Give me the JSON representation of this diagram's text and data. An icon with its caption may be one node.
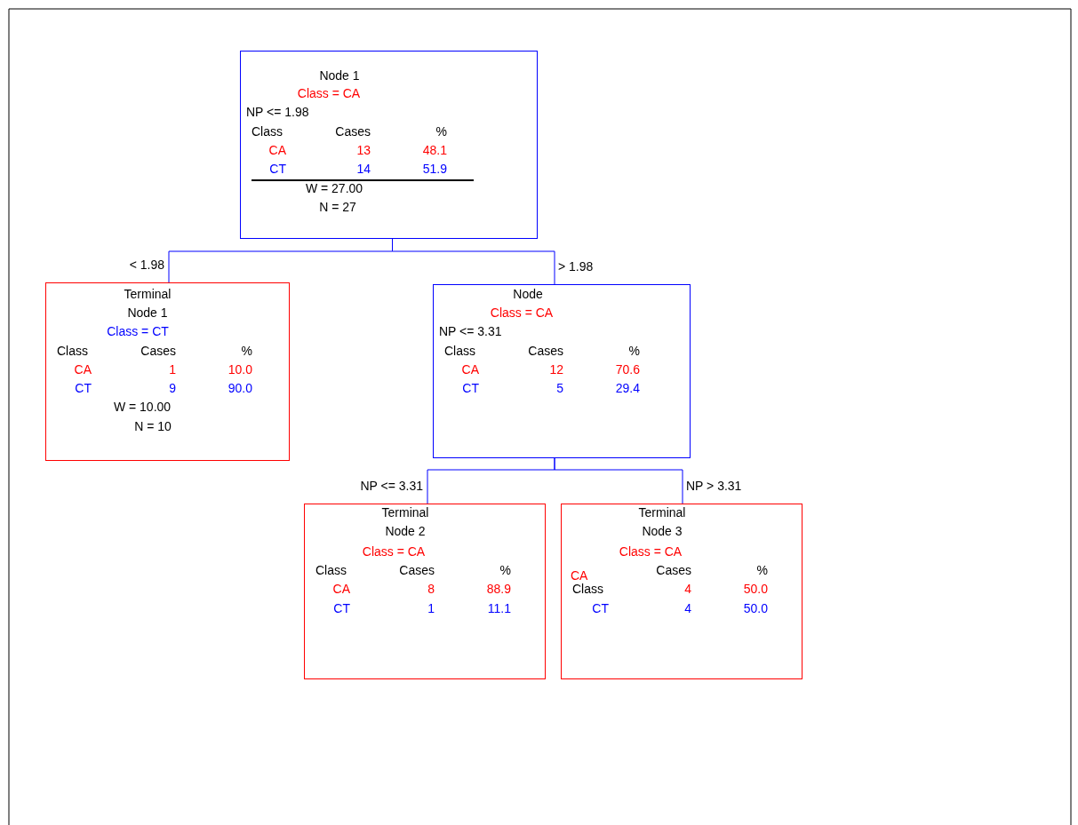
{
  "diagram": {
    "nodes": [
      {
        "text": [
          "Node 1",
          "Class = CA",
          "NP <= 1.98",
          "Class",
          "Cases",
          "%",
          "CA",
          "13",
          "48.1",
          "CT",
          "14",
          "51.9",
          "W = 27.00",
          "N = 27"
        ]
      },
      {
        "text": [
          "Terminal Node 1",
          "Class = CT",
          "Class",
          "Cases",
          "%",
          "CA",
          "1",
          "10.0",
          "CT",
          "9",
          "90.0",
          "W = 10.00",
          "N = 10"
        ]
      },
      {
        "text": [
          "Node",
          "Class = CA",
          "NP <= 3.31",
          "Class",
          "Cases",
          "%",
          "CA",
          "12",
          "70.6",
          "CT",
          "5",
          "29.4"
        ]
      },
      {
        "text": [
          "Terminal Node 2",
          "Class = CA",
          "Class",
          "Cases",
          "%",
          "CA",
          "8",
          "88.9",
          "CT",
          "1",
          "11.1"
        ]
      },
      {
        "text": [
          "Terminal Node 3",
          "Class = CA",
          "CA",
          "Cases",
          "%",
          "Class",
          "4",
          "50.0",
          "CT",
          "4",
          "50.0"
        ]
      }
    ],
    "edges": [
      {
        "from": 0,
        "to": 1,
        "arrow": "none",
        "label": "< 1.98"
      },
      {
        "from": 0,
        "to": 2,
        "arrow": "none",
        "label": "> 1.98"
      },
      {
        "from": 2,
        "to": 3,
        "arrow": "none",
        "label": "NP <= 3.31"
      },
      {
        "from": 2,
        "to": 4,
        "arrow": "none",
        "label": "NP > 3.31"
      }
    ]
  }
}
